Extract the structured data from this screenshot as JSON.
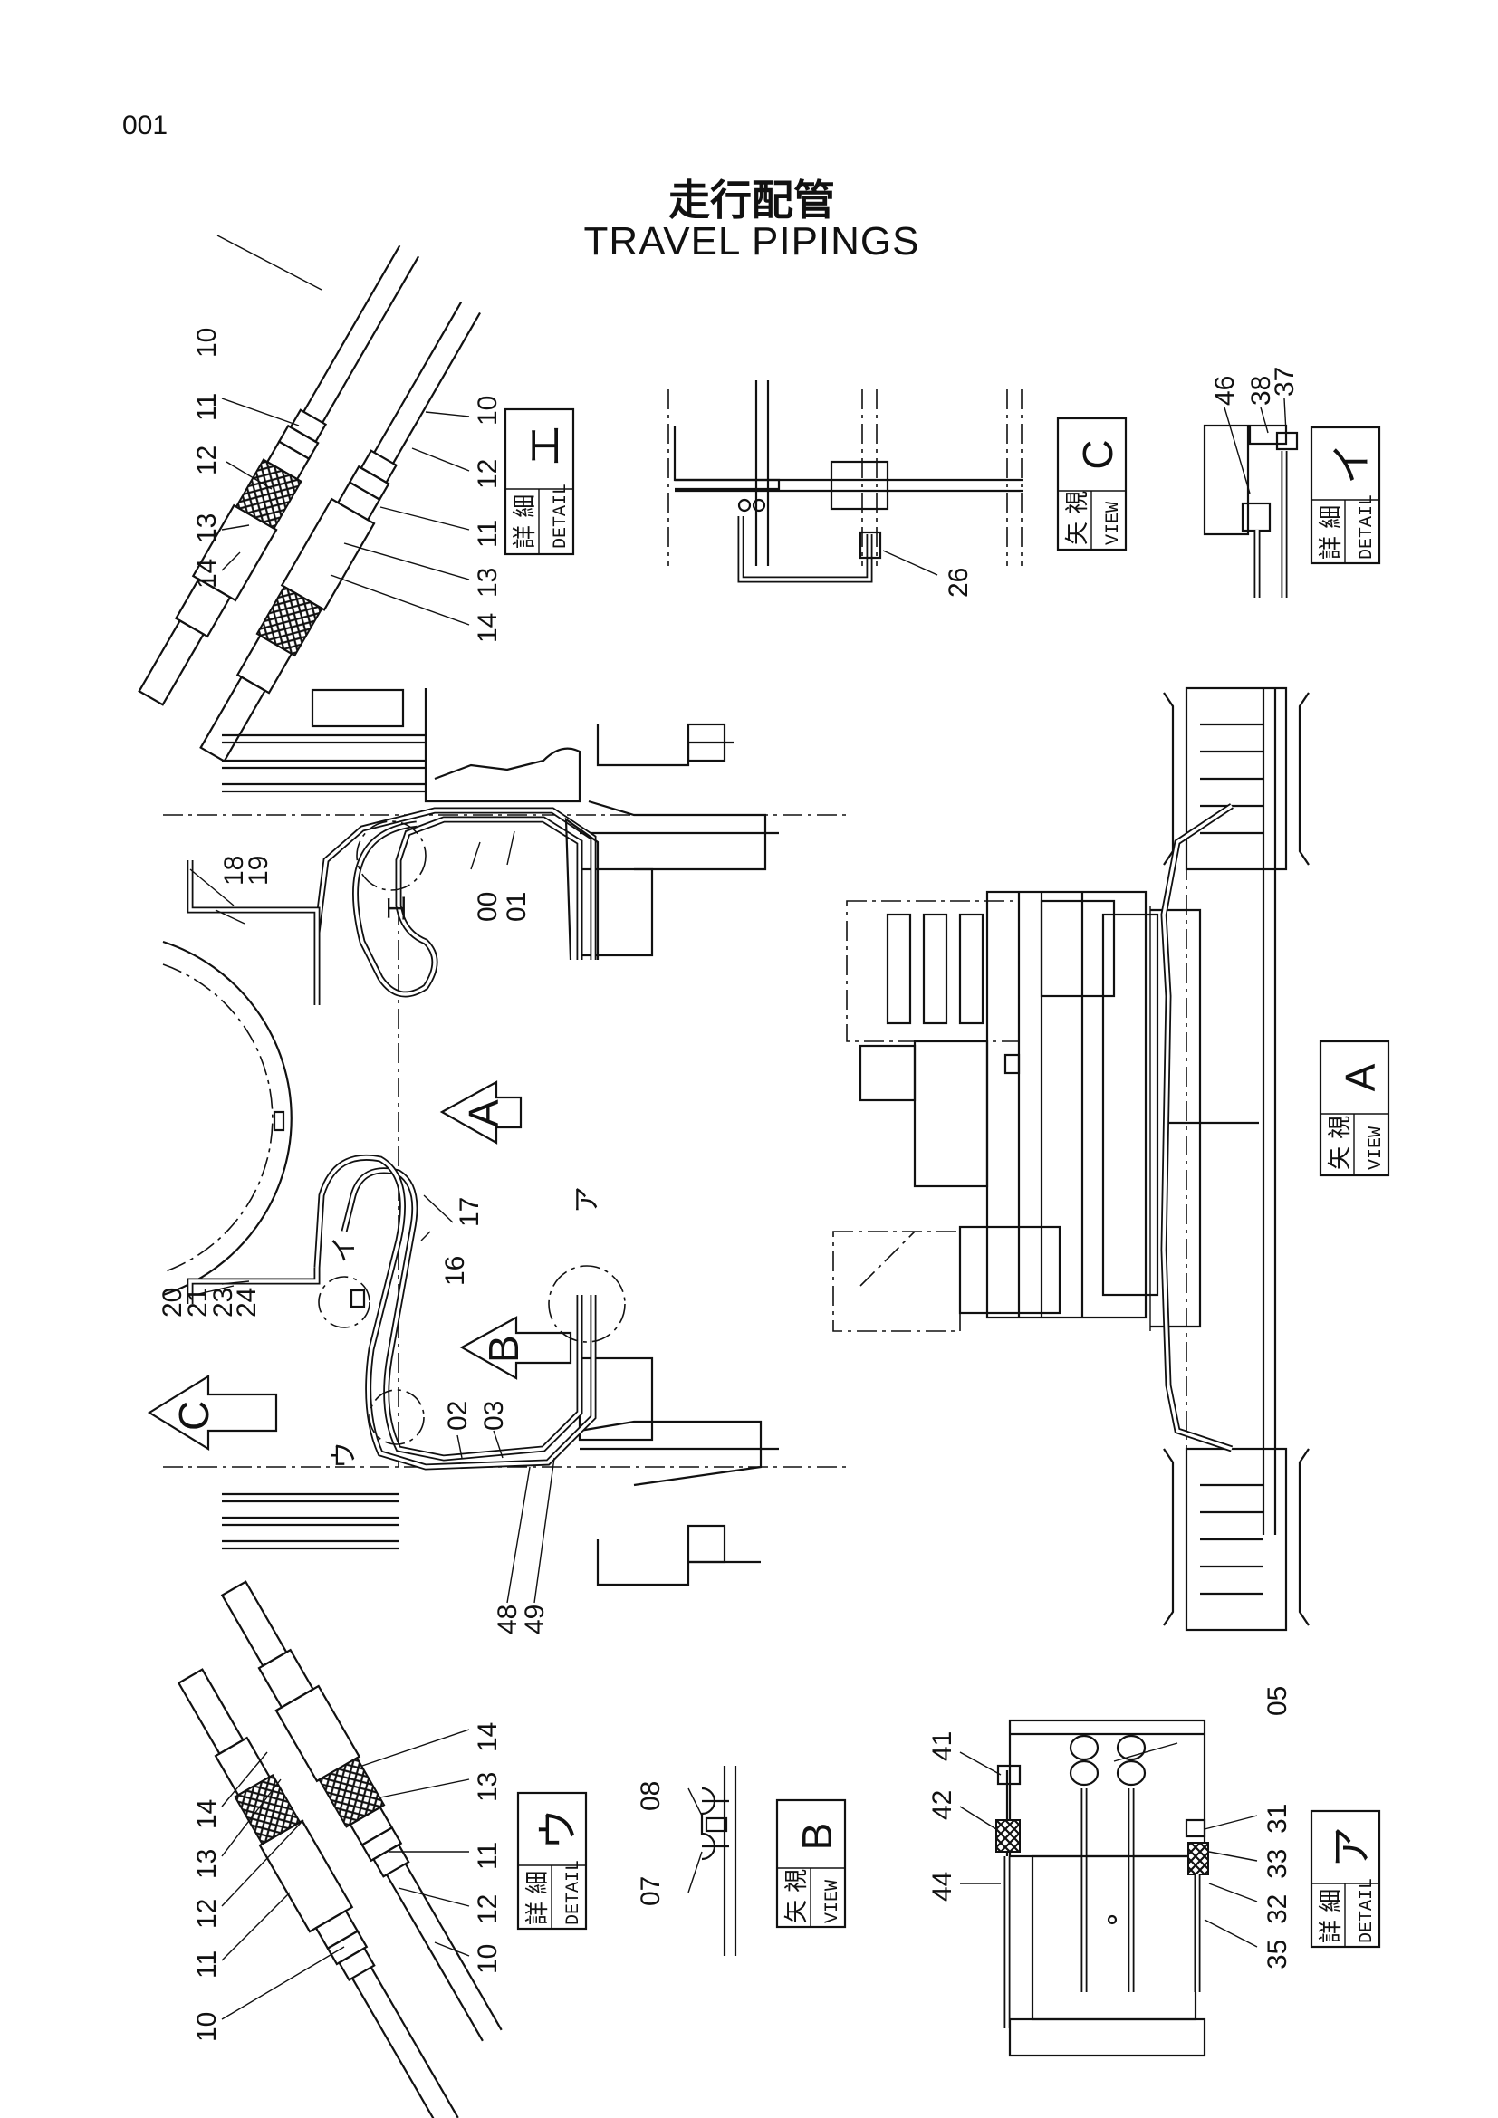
{
  "page_number": "001",
  "title_jp": "走行配管",
  "title_en": "TRAVEL PIPINGS",
  "main_views": {
    "view_arrows": [
      "C",
      "B",
      "A"
    ],
    "detail_markers": [
      "ア",
      "イ",
      "ウ",
      "エ"
    ]
  },
  "labels": {
    "detail_e": [
      "10",
      "11",
      "12",
      "13",
      "14",
      "10",
      "12",
      "11",
      "13",
      "14"
    ],
    "view_c": [
      "26"
    ],
    "detail_i": [
      "46",
      "38",
      "37"
    ],
    "plan_upper": [
      "18",
      "19",
      "00",
      "01"
    ],
    "plan_lower": [
      "20",
      "21",
      "23",
      "24",
      "16",
      "17",
      "02",
      "03",
      "48",
      "49"
    ],
    "detail_u": [
      "14",
      "13",
      "12",
      "11",
      "10",
      "14",
      "13",
      "11",
      "12",
      "10"
    ],
    "view_b": [
      "08",
      "07"
    ],
    "detail_a": [
      "41",
      "42",
      "44",
      "05",
      "31",
      "33",
      "32",
      "35"
    ]
  },
  "caption_boxes": [
    {
      "id": "detail-e",
      "kanji": "詳 細",
      "caption": "DETAIL",
      "letter": "エ"
    },
    {
      "id": "view-c",
      "kanji": "矢 視",
      "caption": "VIEW",
      "letter": "C"
    },
    {
      "id": "detail-i",
      "kanji": "詳 細",
      "caption": "DETAIL",
      "letter": "イ"
    },
    {
      "id": "view-a",
      "kanji": "矢 視",
      "caption": "VIEW",
      "letter": "A"
    },
    {
      "id": "detail-u",
      "kanji": "詳 細",
      "caption": "DETAIL",
      "letter": "ウ"
    },
    {
      "id": "view-b",
      "kanji": "矢 視",
      "caption": "VIEW",
      "letter": "B"
    },
    {
      "id": "detail-a",
      "kanji": "詳 細",
      "caption": "DETAIL",
      "letter": "ア"
    }
  ]
}
